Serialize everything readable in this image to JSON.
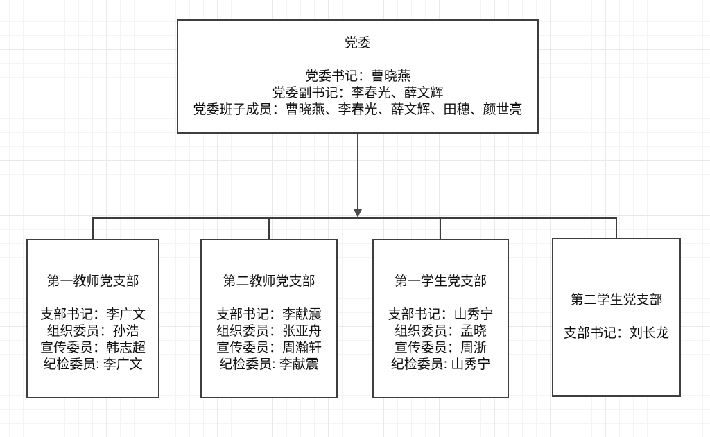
{
  "diagram": {
    "type": "org-chart",
    "colors": {
      "node_border": "#3e3e3e",
      "edge": "#3c3c3c",
      "text": "#0f0f0f",
      "background": "#ffffff",
      "grid_minor": "#f4f4f4",
      "grid_major": "#e9e9e9"
    },
    "root": {
      "title": "党委",
      "lines": [
        "党委书记：曹晓燕",
        "党委副书记：李春光、薛文辉",
        "党委班子成员：曹晓燕、李春光、薛文辉、田穗、颜世亮"
      ]
    },
    "branches": [
      {
        "title": "第一教师党支部",
        "lines": [
          "支部书记：李广文",
          "组织委员：孙浩",
          "宣传委员：韩志超",
          "纪检委员: 李广文"
        ]
      },
      {
        "title": "第二教师党支部",
        "lines": [
          "支部书记：李献震",
          "组织委员：张亚舟",
          "宣传委员：周瀚轩",
          "纪检委员: 李献震"
        ]
      },
      {
        "title": "第一学生党支部",
        "lines": [
          "支部书记：山秀宁",
          "组织委员：孟晓",
          "宣传委员：周浙",
          "纪检委员: 山秀宁"
        ]
      },
      {
        "title": "第二学生党支部",
        "lines": [
          "支部书记：刘长龙"
        ]
      }
    ]
  }
}
